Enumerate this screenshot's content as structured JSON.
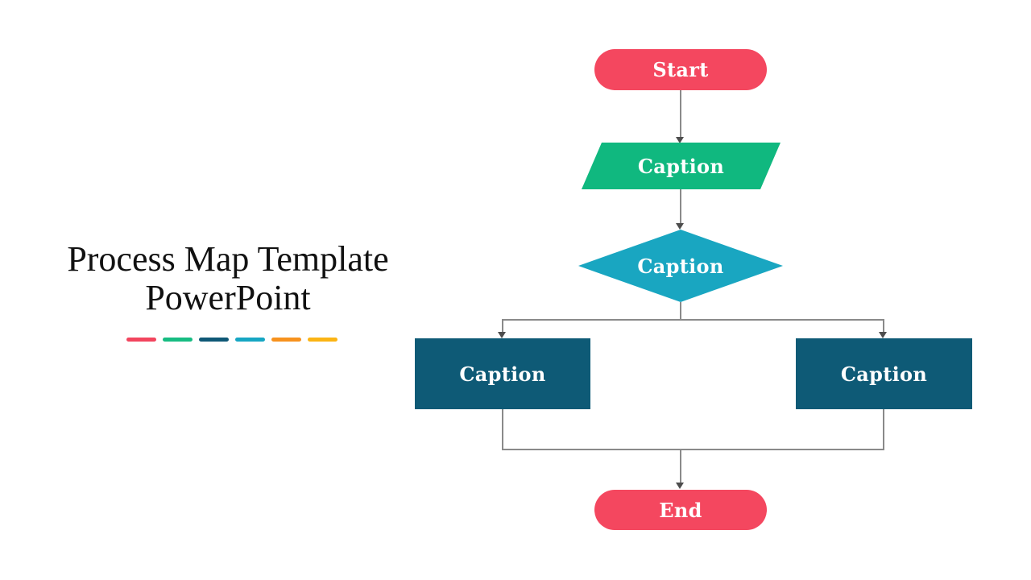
{
  "title": {
    "text": "Process Map Template PowerPoint"
  },
  "divider_dashes": [
    {
      "name": "pink",
      "color": "#F2455E"
    },
    {
      "name": "green",
      "color": "#17BC82"
    },
    {
      "name": "dark-teal",
      "color": "#0F5876"
    },
    {
      "name": "cyan",
      "color": "#16A6C3"
    },
    {
      "name": "orange",
      "color": "#F7921E"
    },
    {
      "name": "amber",
      "color": "#FBB414"
    }
  ],
  "flowchart": {
    "connector_color": "#8A8A8A",
    "arrowhead_color": "#4D4D4D",
    "nodes": {
      "start": {
        "label": "Start",
        "shape": "rounded-pill",
        "color": "#F4475F"
      },
      "input": {
        "label": "Caption",
        "shape": "parallelogram",
        "color": "#10B87F"
      },
      "decision": {
        "label": "Caption",
        "shape": "diamond",
        "color": "#19A6C1"
      },
      "process_left": {
        "label": "Caption",
        "shape": "rectangle",
        "color": "#0E5A76"
      },
      "process_right": {
        "label": "Caption",
        "shape": "rectangle",
        "color": "#0E5A76"
      },
      "end": {
        "label": "End",
        "shape": "rounded-pill",
        "color": "#F4475F"
      }
    },
    "edges": [
      {
        "from": "start",
        "to": "input"
      },
      {
        "from": "input",
        "to": "decision"
      },
      {
        "from": "decision",
        "to": "process_left"
      },
      {
        "from": "decision",
        "to": "process_right"
      },
      {
        "from": "process_left",
        "to": "end"
      },
      {
        "from": "process_right",
        "to": "end"
      }
    ]
  }
}
